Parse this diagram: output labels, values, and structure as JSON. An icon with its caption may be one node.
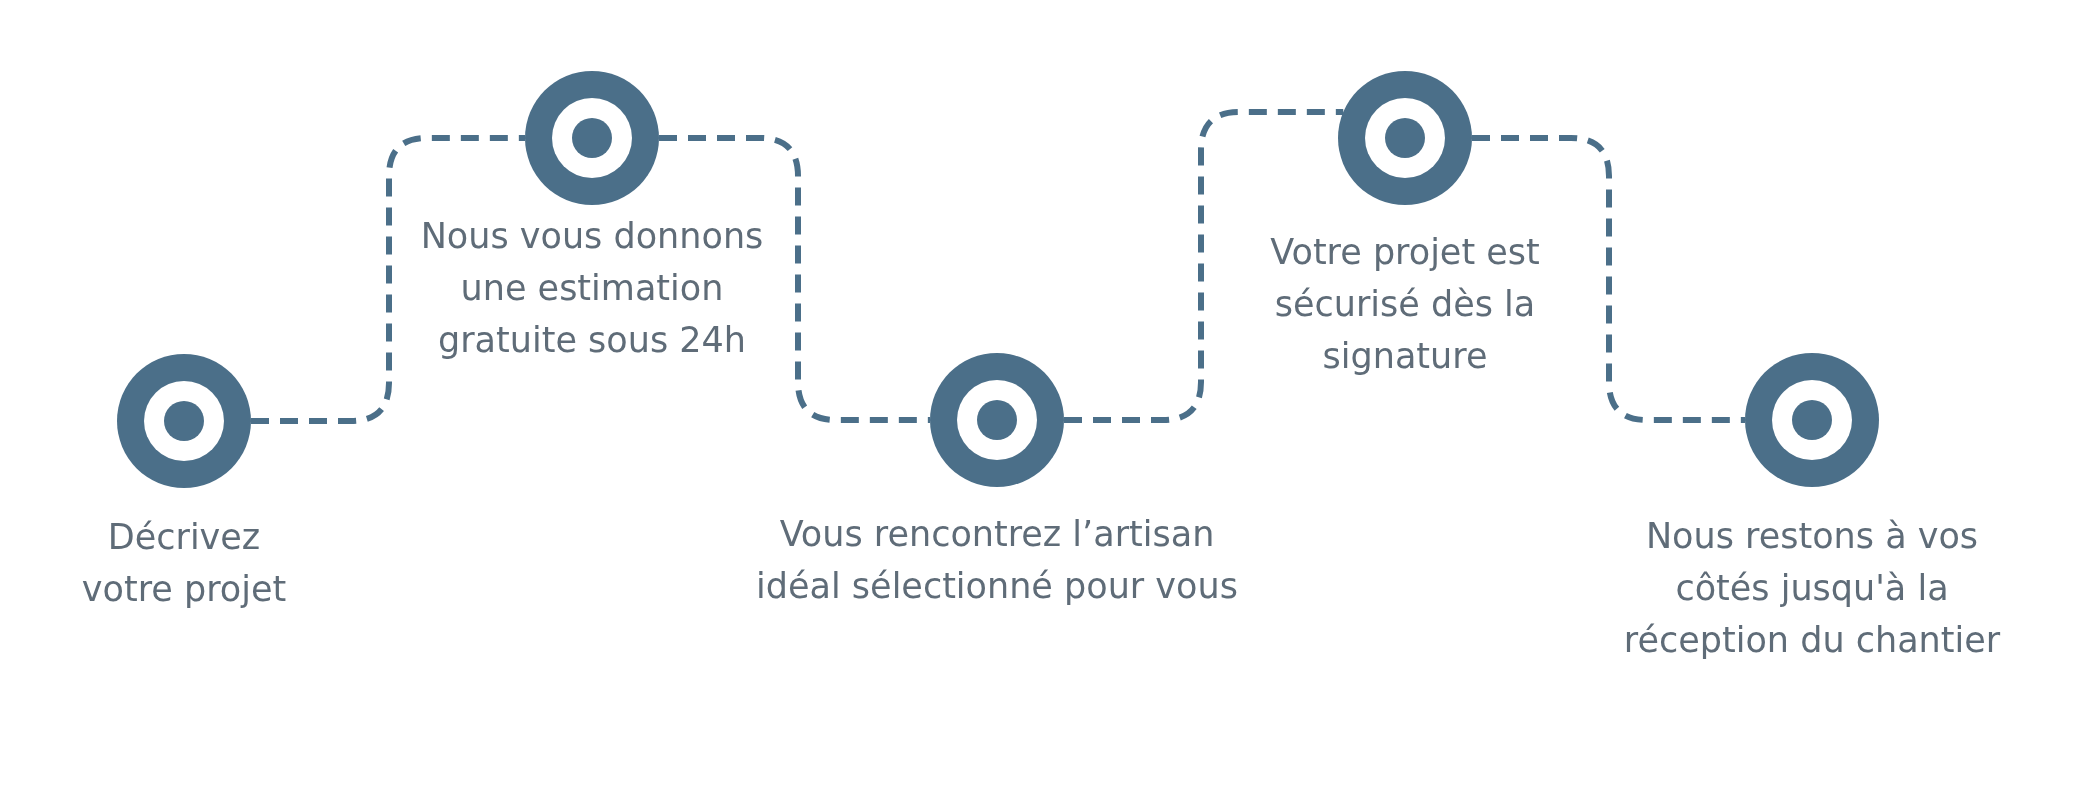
{
  "diagram": {
    "nodes": [
      {
        "text": [],
        "shape": "circle",
        "beside": [
          "Décrivez votre projet"
        ]
      },
      {
        "text": [],
        "shape": "circle",
        "beside": [
          "Nous vous donnons une estimation gratuite sous 24h"
        ]
      },
      {
        "text": [],
        "shape": "circle",
        "beside": [
          "Vous rencontrez l’artisan idéal sélectionné pour vous"
        ]
      },
      {
        "text": [],
        "shape": "circle",
        "beside": [
          "Votre projet est sécurisé dès la signature"
        ]
      },
      {
        "text": [],
        "shape": "circle",
        "beside": [
          "Nous restons à vos côtés jusqu'à la réception du chantier"
        ]
      }
    ],
    "edges": [
      {
        "from": 0,
        "to": 1,
        "arrow": "none",
        "style": "dashed"
      },
      {
        "from": 1,
        "to": 2,
        "arrow": "none",
        "style": "dashed"
      },
      {
        "from": 2,
        "to": 3,
        "arrow": "none",
        "style": "dashed"
      },
      {
        "from": 3,
        "to": 4,
        "arrow": "none",
        "style": "dashed"
      }
    ]
  }
}
